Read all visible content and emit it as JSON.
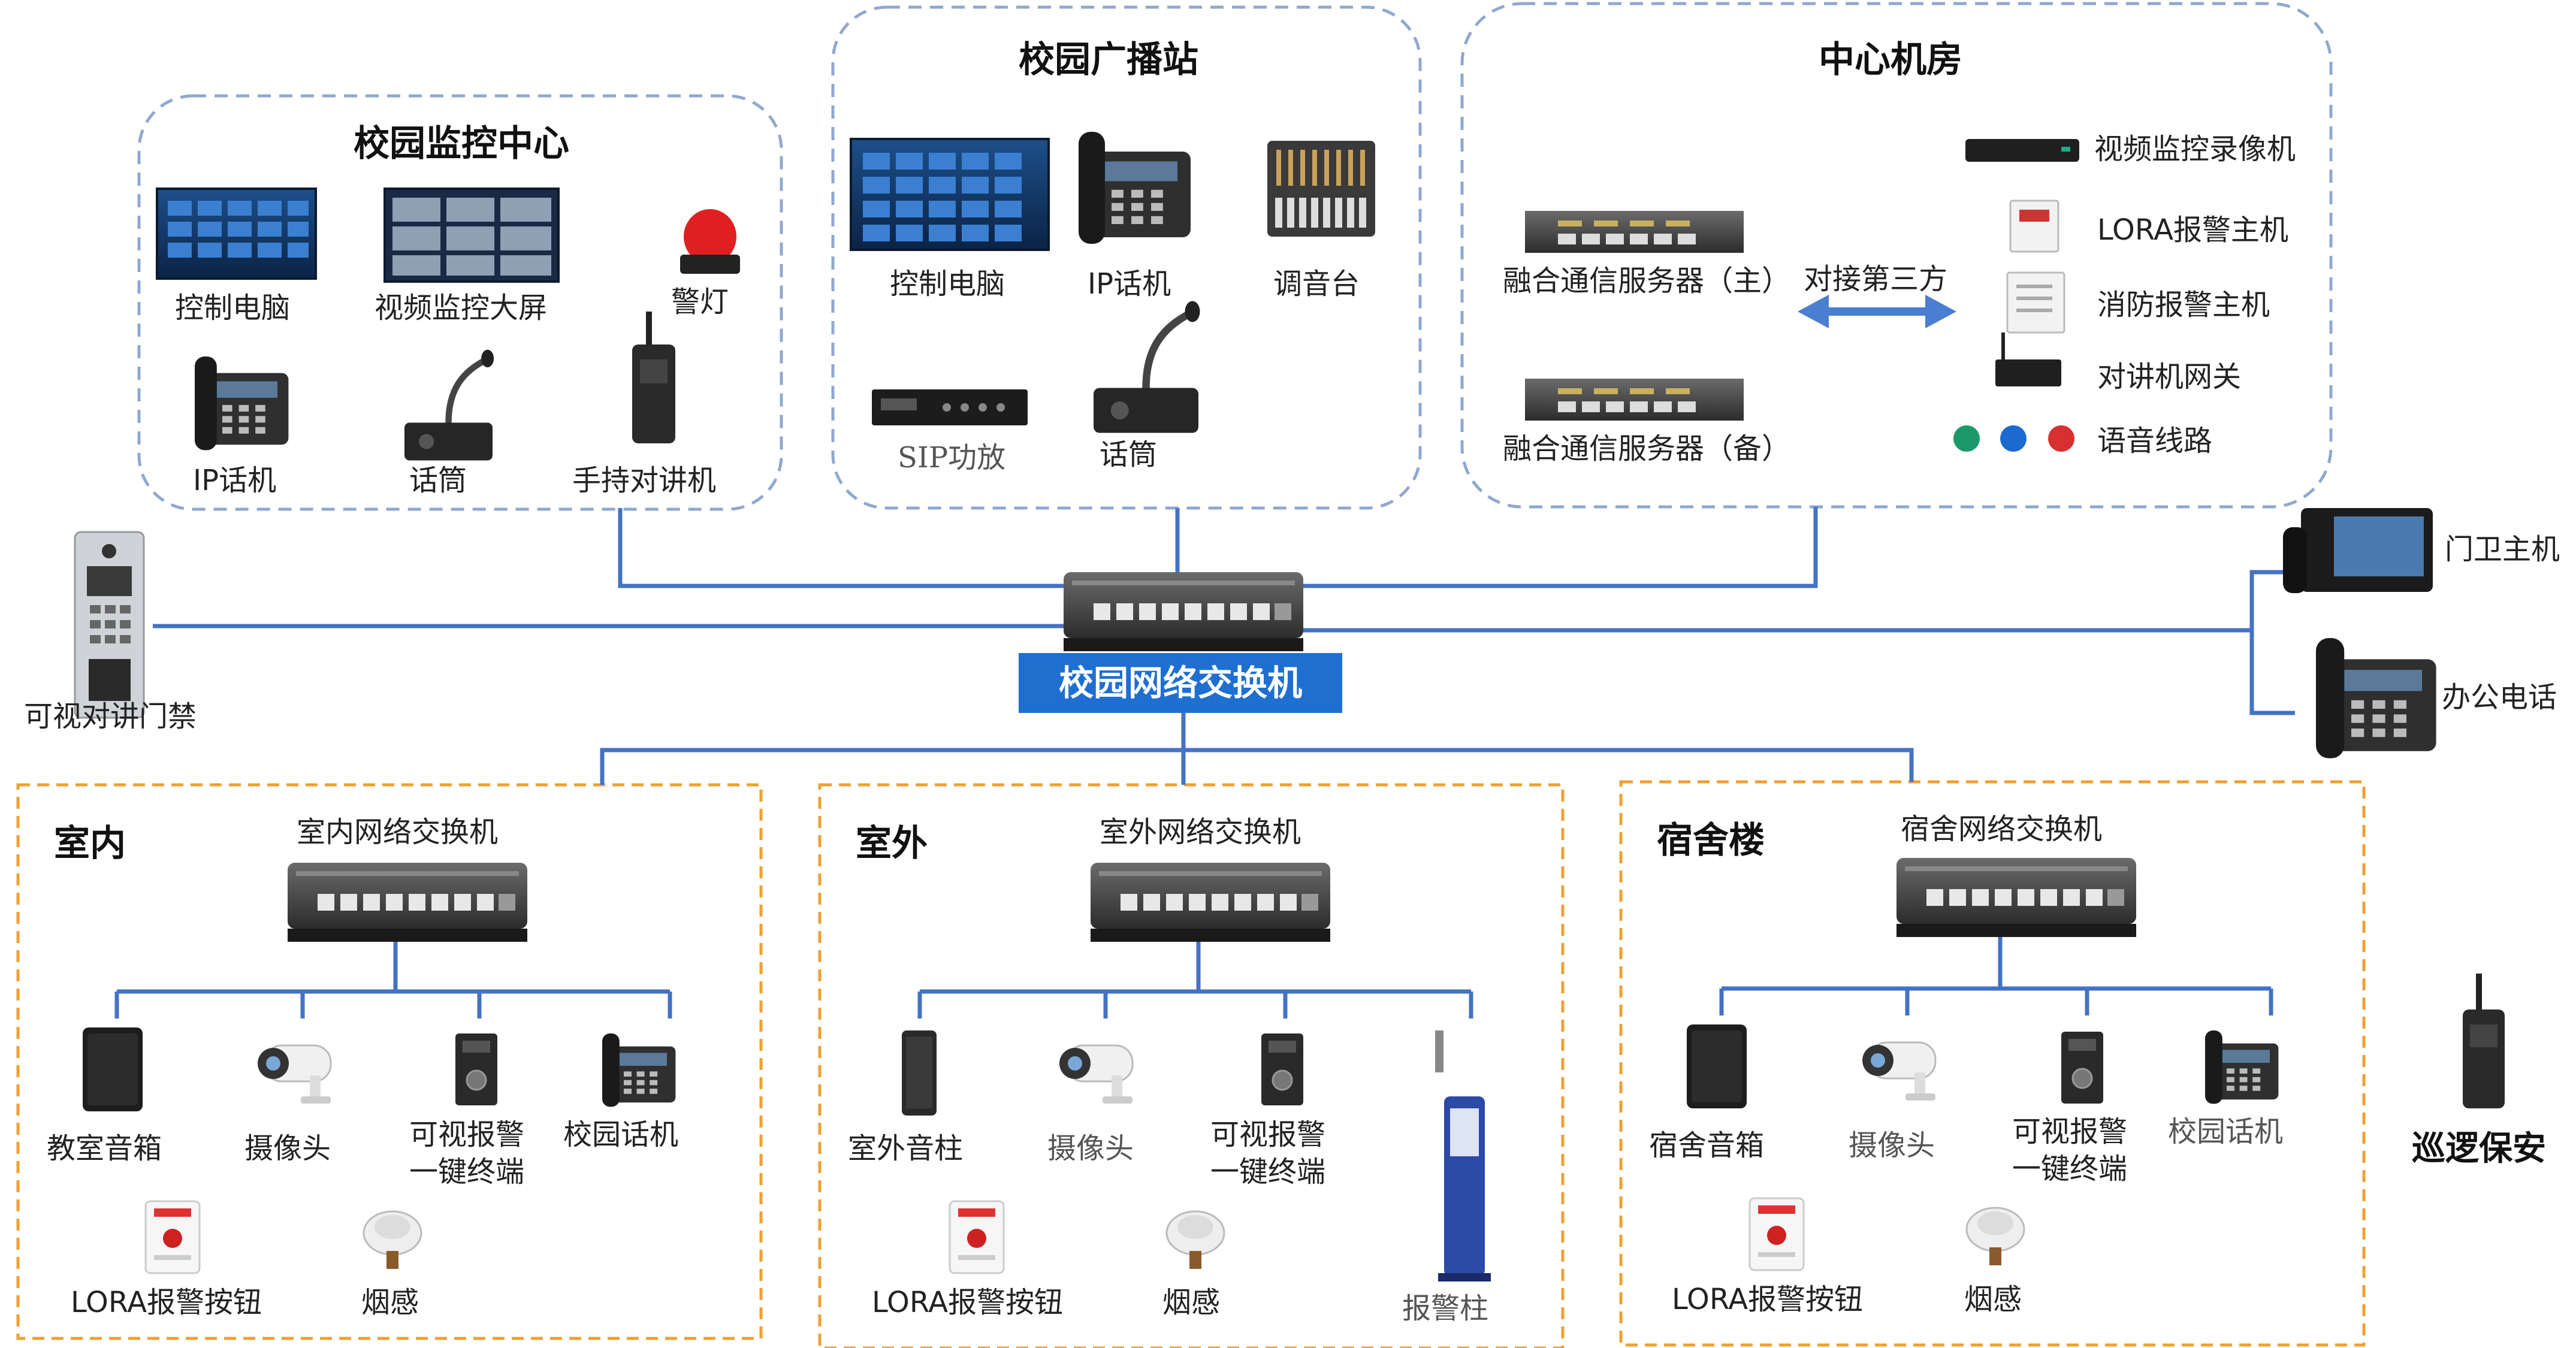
{
  "campus_monitoring_center": {
    "title": "校园监控中心",
    "devices": {
      "control_pc": "控制电脑",
      "video_wall": "视频监控大屏",
      "warning_light": "警灯",
      "ip_phone": "IP话机",
      "microphone": "话筒",
      "handheld_radio": "手持对讲机"
    }
  },
  "broadcast_station": {
    "title": "校园广播站",
    "devices": {
      "control_pc": "控制电脑",
      "ip_phone": "IP话机",
      "mixer": "调音台",
      "sip_amp": "SIP功放",
      "microphone": "话筒"
    }
  },
  "data_center": {
    "title": "中心机房",
    "devices": {
      "server_main": "融合通信服务器（主）",
      "server_backup": "融合通信服务器（备）",
      "third_party": "对接第三方",
      "nvr": "视频监控录像机",
      "lora_host": "LORA报警主机",
      "fire_host": "消防报警主机",
      "radio_gateway": "对讲机网关",
      "voice_line": "语音线路"
    }
  },
  "core": {
    "switch_label": "校园网络交换机",
    "door_access": "可视对讲门禁",
    "gate_host": "门卫主机",
    "office_phone": "办公电话",
    "patrol": "巡逻保安"
  },
  "indoor": {
    "title": "室内",
    "switch": "室内网络交换机",
    "devices": [
      "教室音箱",
      "摄像头",
      "可视报警",
      "一键终端",
      "校园话机",
      "LORA报警按钮",
      "烟感"
    ]
  },
  "outdoor": {
    "title": "室外",
    "switch": "室外网络交换机",
    "devices": [
      "室外音柱",
      "摄像头",
      "可视报警",
      "一键终端",
      "LORA报警按钮",
      "烟感",
      "报警柱"
    ]
  },
  "dorm": {
    "title": "宿舍楼",
    "switch": "宿舍网络交换机",
    "devices": [
      "宿舍音箱",
      "摄像头",
      "可视报警",
      "一键终端",
      "校园话机",
      "LORA报警按钮",
      "烟感"
    ]
  },
  "colors": {
    "line_blue": "#4472c4",
    "dashed_blue": "#8fa8cf",
    "dashed_orange": "#f0a030",
    "switch_label_bg": "#1f6fd1"
  }
}
